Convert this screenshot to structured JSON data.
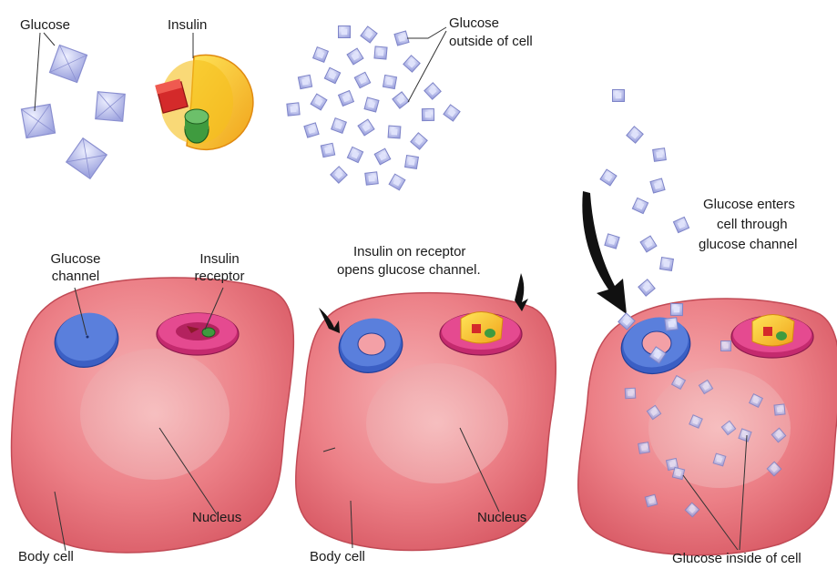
{
  "labels": {
    "glucose": "Glucose",
    "insulin": "Insulin",
    "glucose_outside_1": "Glucose",
    "glucose_outside_2": "outside of cell",
    "glucose_channel_1": "Glucose",
    "glucose_channel_2": "channel",
    "insulin_receptor_1": "Insulin",
    "insulin_receptor_2": "receptor",
    "insulin_on_receptor_1": "Insulin on receptor",
    "insulin_on_receptor_2": "opens glucose channel.",
    "glucose_enters_1": "Glucose enters",
    "glucose_enters_2": "cell through",
    "glucose_enters_3": "glucose channel",
    "nucleus_1": "Nucleus",
    "nucleus_2": "Nucleus",
    "body_cell_1": "Body cell",
    "body_cell_2": "Body cell",
    "glucose_inside": "Glucose inside of cell"
  },
  "colors": {
    "cell": "#e8727a",
    "cell_light": "#f4a7ab",
    "nucleus": "#f2b3b5",
    "channel": "#4a6fd0",
    "receptor": "#d8347a",
    "insulin_yellow": "#f5d21e",
    "insulin_red": "#d42a2a",
    "insulin_green": "#3f9b3f",
    "glucose": "#aeb2e8"
  }
}
